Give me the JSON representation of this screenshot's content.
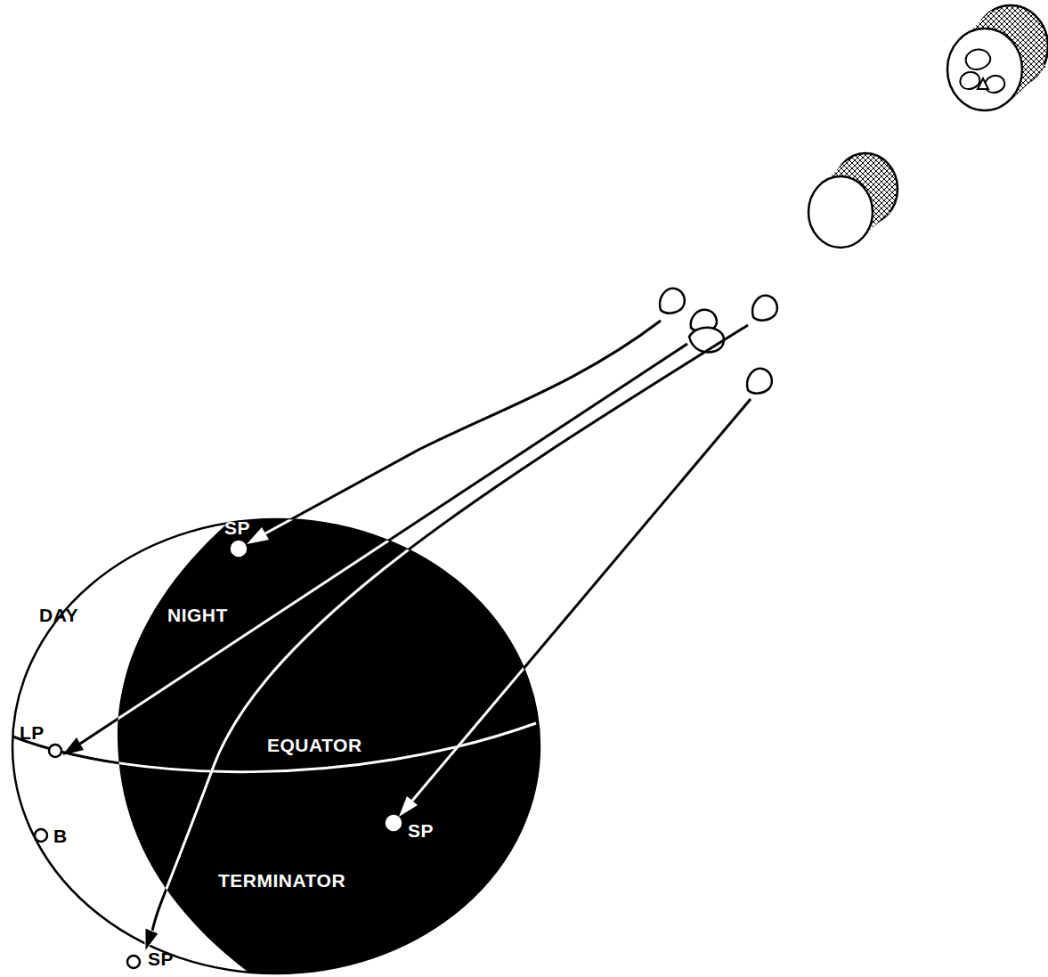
{
  "diagram": {
    "labels": [
      "SP",
      "DAY",
      "NIGHT",
      "LP",
      "EQUATOR",
      "B",
      "SP",
      "TERMINATOR",
      "SP"
    ]
  }
}
